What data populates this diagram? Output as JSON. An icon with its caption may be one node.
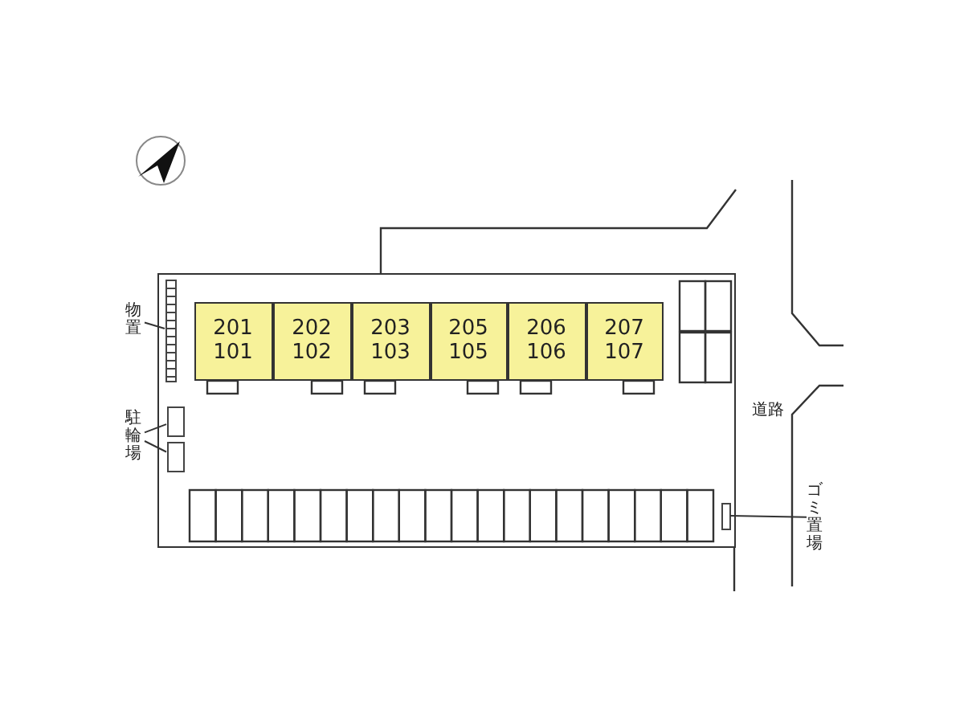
{
  "diagram": {
    "nodes": [
      {
        "text": [],
        "shape": "box"
      },
      {
        "text": [
          "201",
          "101"
        ],
        "in": 0
      },
      {
        "text": [
          "202",
          "102"
        ],
        "in": 0
      },
      {
        "text": [
          "203",
          "103"
        ],
        "in": 0
      },
      {
        "text": [
          "205",
          "105"
        ],
        "in": 0
      },
      {
        "text": [
          "206",
          "106"
        ],
        "in": 0
      },
      {
        "text": [
          "207",
          "107"
        ],
        "in": 0
      },
      {
        "text": [
          "物置"
        ]
      },
      {
        "text": [],
        "shape": "box",
        "in": 0
      },
      {
        "text": [
          "駐輪場"
        ]
      },
      {
        "text": [],
        "shape": "box",
        "in": 0
      },
      {
        "text": [],
        "shape": "box",
        "in": 0
      },
      {
        "text": [
          "ゴミ置場"
        ]
      },
      {
        "text": [],
        "shape": "box",
        "in": 0
      }
    ],
    "edges": [
      {
        "from": 7,
        "to": 8,
        "arrow": "none"
      },
      {
        "from": 9,
        "to": 10,
        "arrow": "none"
      },
      {
        "from": 9,
        "to": 11,
        "arrow": "none"
      },
      {
        "from": 12,
        "to": 13,
        "arrow": "none"
      }
    ],
    "labels": [
      "道路"
    ]
  }
}
